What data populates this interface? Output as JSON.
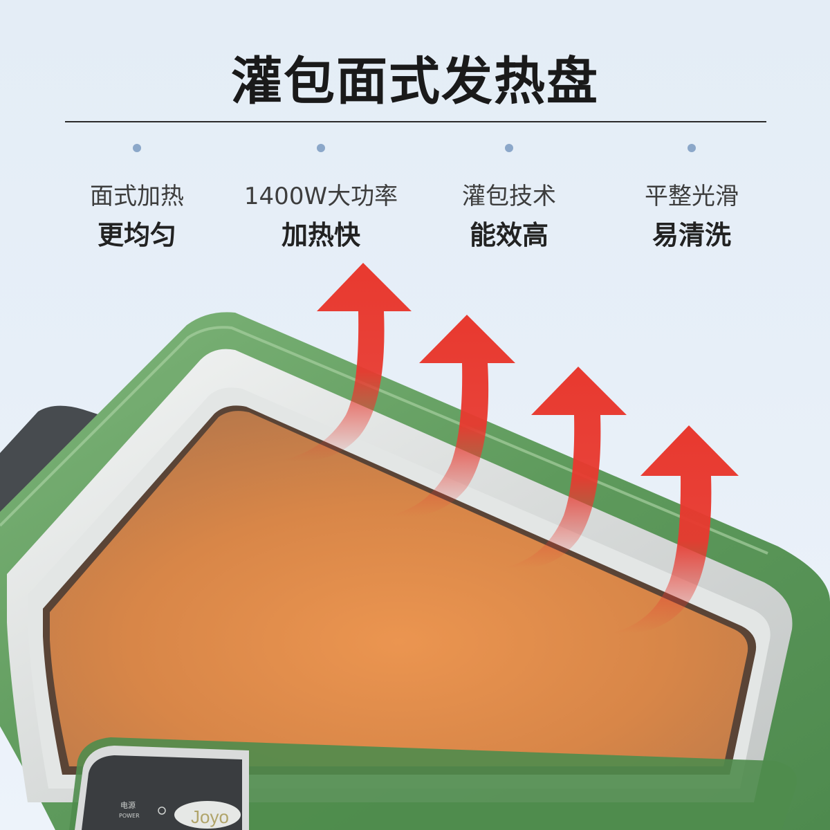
{
  "title": "灌包面式发热盘",
  "features": [
    {
      "line1": "面式加热",
      "line2": "更均匀"
    },
    {
      "line1": "1400W大功率",
      "line2": "加热快"
    },
    {
      "line1": "灌包技术",
      "line2": "能效高"
    },
    {
      "line1": "平整光滑",
      "line2": "易清洗"
    }
  ],
  "device": {
    "power_label_cn": "电源",
    "power_label_en": "POWER",
    "brand": "Joyo"
  },
  "colors": {
    "body_green": "#5e9a5c",
    "plate_orange": "#d8864a",
    "arrow_red": "#e8392f",
    "dot_blue": "#8ba7c9"
  }
}
